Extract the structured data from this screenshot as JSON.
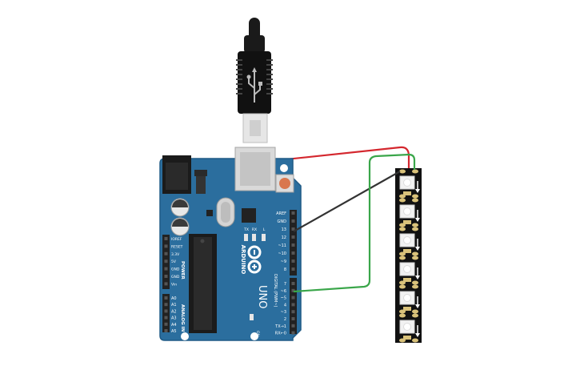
{
  "board": {
    "logo_text": "ARDUINO",
    "model_text": "UNO",
    "power_header_title": "POWER",
    "power_pins": [
      "IOREF",
      "RESET",
      "3.3V",
      "5V",
      "GND",
      "GND",
      "Vin"
    ],
    "analog_header_title": "ANALOG IN",
    "analog_pins": [
      "A0",
      "A1",
      "A2",
      "A3",
      "A4",
      "A5"
    ],
    "digital_header_title": "DIGITAL (PWM~)",
    "digital_pins_top": [
      "AREF",
      "GND",
      "13",
      "12",
      "~11",
      "~10",
      "~9",
      "8"
    ],
    "digital_pins_bottom": [
      "7",
      "~6",
      "~5",
      "4",
      "~3",
      "2",
      "TX→1",
      "RX←0"
    ],
    "led_labels": [
      "TX",
      "RX",
      "L"
    ],
    "on_label": "ON"
  },
  "colors": {
    "board": "#2b6e9e",
    "board_edge": "#1f5a85",
    "header": "#222222",
    "wire_red": "#d4272e",
    "wire_black": "#333333",
    "wire_green": "#3aa64a",
    "strip": "#111111",
    "reset_button": "#d9774e"
  },
  "icons": {
    "usb_cable": "usb-cable-icon",
    "usb_port": "usb-port-icon",
    "power_jack": "power-jack-icon",
    "reset_button": "reset-button-icon",
    "chip": "microcontroller-chip-icon",
    "crystal": "crystal-oscillator-icon",
    "capacitor": "capacitor-icon",
    "led": "neopixel-led-icon"
  },
  "strip": {
    "led_count": 6
  }
}
